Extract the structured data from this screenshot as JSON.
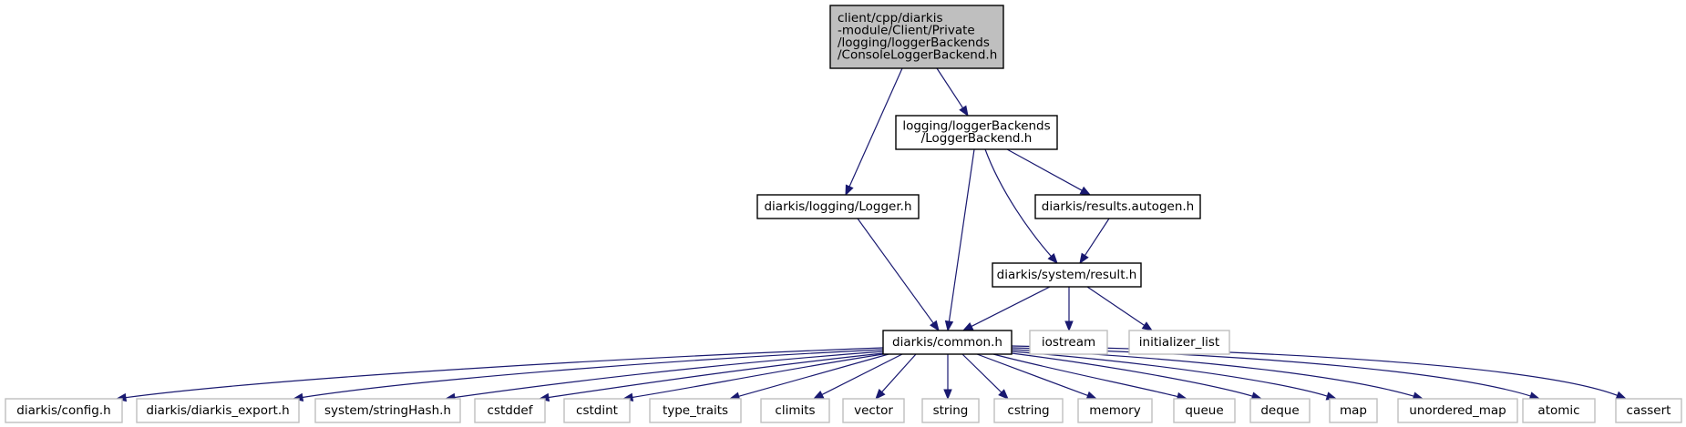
{
  "diagram": {
    "type": "include-dependency-graph",
    "nodes": [
      {
        "id": "root",
        "lines": [
          "client/cpp/diarkis",
          "-module/Client/Private",
          "/logging/loggerBackends",
          "/ConsoleLoggerBackend.h"
        ],
        "kind": "root"
      },
      {
        "id": "loggerbackend",
        "lines": [
          "logging/loggerBackends",
          "/LoggerBackend.h"
        ],
        "kind": "internal"
      },
      {
        "id": "logger",
        "lines": [
          "diarkis/logging/Logger.h"
        ],
        "kind": "internal"
      },
      {
        "id": "results_autogen",
        "lines": [
          "diarkis/results.autogen.h"
        ],
        "kind": "internal"
      },
      {
        "id": "result",
        "lines": [
          "diarkis/system/result.h"
        ],
        "kind": "internal"
      },
      {
        "id": "common",
        "lines": [
          "diarkis/common.h"
        ],
        "kind": "internal"
      },
      {
        "id": "iostream",
        "lines": [
          "iostream"
        ],
        "kind": "external"
      },
      {
        "id": "initializer_list",
        "lines": [
          "initializer_list"
        ],
        "kind": "external"
      },
      {
        "id": "config",
        "lines": [
          "diarkis/config.h"
        ],
        "kind": "external"
      },
      {
        "id": "diarkis_export",
        "lines": [
          "diarkis/diarkis_export.h"
        ],
        "kind": "external"
      },
      {
        "id": "stringhash",
        "lines": [
          "system/stringHash.h"
        ],
        "kind": "external"
      },
      {
        "id": "cstddef",
        "lines": [
          "cstddef"
        ],
        "kind": "external"
      },
      {
        "id": "cstdint",
        "lines": [
          "cstdint"
        ],
        "kind": "external"
      },
      {
        "id": "type_traits",
        "lines": [
          "type_traits"
        ],
        "kind": "external"
      },
      {
        "id": "climits",
        "lines": [
          "climits"
        ],
        "kind": "external"
      },
      {
        "id": "vector",
        "lines": [
          "vector"
        ],
        "kind": "external"
      },
      {
        "id": "string",
        "lines": [
          "string"
        ],
        "kind": "external"
      },
      {
        "id": "cstring",
        "lines": [
          "cstring"
        ],
        "kind": "external"
      },
      {
        "id": "memory",
        "lines": [
          "memory"
        ],
        "kind": "external"
      },
      {
        "id": "queue",
        "lines": [
          "queue"
        ],
        "kind": "external"
      },
      {
        "id": "deque",
        "lines": [
          "deque"
        ],
        "kind": "external"
      },
      {
        "id": "map",
        "lines": [
          "map"
        ],
        "kind": "external"
      },
      {
        "id": "unordered_map",
        "lines": [
          "unordered_map"
        ],
        "kind": "external"
      },
      {
        "id": "atomic",
        "lines": [
          "atomic"
        ],
        "kind": "external"
      },
      {
        "id": "cassert",
        "lines": [
          "cassert"
        ],
        "kind": "external"
      }
    ],
    "edges": [
      {
        "from": "root",
        "to": "loggerbackend"
      },
      {
        "from": "root",
        "to": "logger"
      },
      {
        "from": "loggerbackend",
        "to": "results_autogen"
      },
      {
        "from": "loggerbackend",
        "to": "result"
      },
      {
        "from": "loggerbackend",
        "to": "common"
      },
      {
        "from": "logger",
        "to": "common"
      },
      {
        "from": "results_autogen",
        "to": "result"
      },
      {
        "from": "result",
        "to": "common"
      },
      {
        "from": "result",
        "to": "iostream"
      },
      {
        "from": "result",
        "to": "initializer_list"
      },
      {
        "from": "common",
        "to": "config"
      },
      {
        "from": "common",
        "to": "diarkis_export"
      },
      {
        "from": "common",
        "to": "stringhash"
      },
      {
        "from": "common",
        "to": "cstddef"
      },
      {
        "from": "common",
        "to": "cstdint"
      },
      {
        "from": "common",
        "to": "type_traits"
      },
      {
        "from": "common",
        "to": "climits"
      },
      {
        "from": "common",
        "to": "vector"
      },
      {
        "from": "common",
        "to": "string"
      },
      {
        "from": "common",
        "to": "cstring"
      },
      {
        "from": "common",
        "to": "memory"
      },
      {
        "from": "common",
        "to": "queue"
      },
      {
        "from": "common",
        "to": "deque"
      },
      {
        "from": "common",
        "to": "map"
      },
      {
        "from": "common",
        "to": "unordered_map"
      },
      {
        "from": "common",
        "to": "atomic"
      },
      {
        "from": "common",
        "to": "cassert"
      }
    ]
  },
  "colors": {
    "root_fill": "#bfbfbf",
    "root_stroke": "#000000",
    "internal_fill": "#ffffff",
    "internal_stroke": "#000000",
    "external_fill": "#ffffff",
    "external_stroke": "#bfbfbf",
    "edge": "#191970"
  }
}
